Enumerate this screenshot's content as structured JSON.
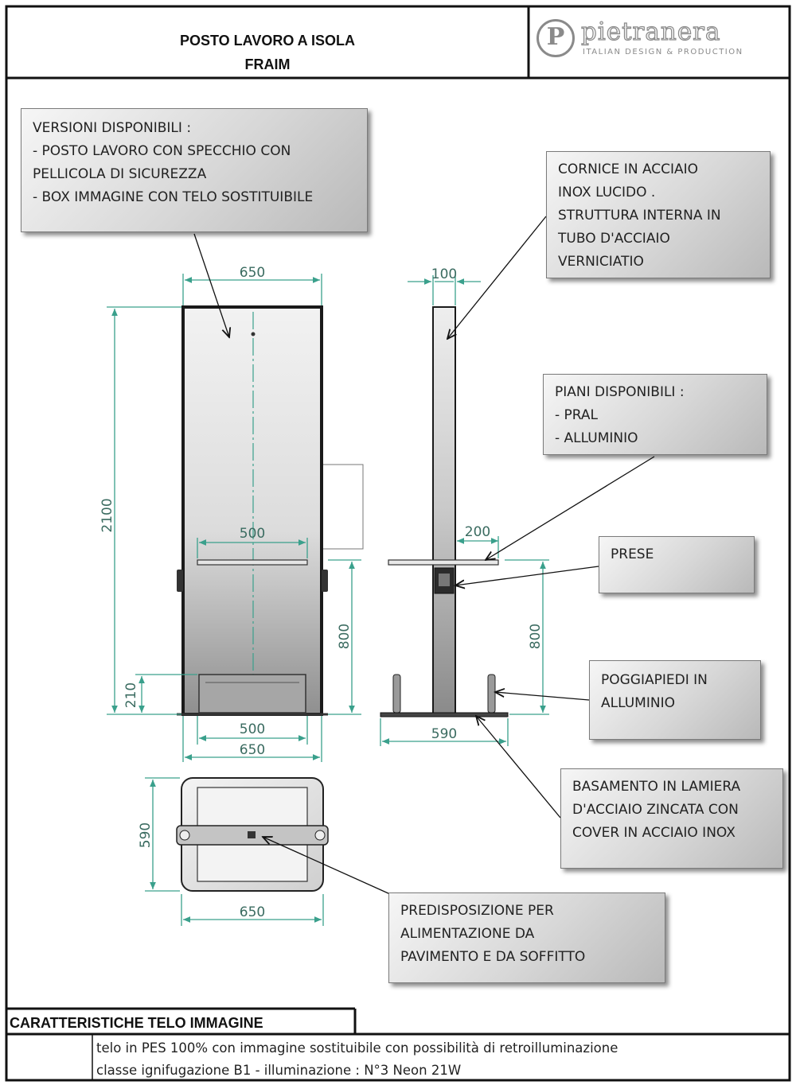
{
  "header": {
    "title_line1": "POSTO LAVORO A ISOLA",
    "title_line2": "FRAIM",
    "logo_brand": "pietranera",
    "logo_tagline": "ITALIAN DESIGN & PRODUCTION",
    "logo_icon": "pietranera-p-logo"
  },
  "callouts": {
    "versioni": [
      "VERSIONI DISPONIBILI  :",
      " - POSTO LAVORO CON SPECCHIO CON",
      "PELLICOLA DI SICUREZZA",
      "- BOX IMMAGINE CON TELO SOSTITUIBILE"
    ],
    "cornice": [
      "CORNICE IN ACCIAIO",
      "INOX LUCIDO .",
      "STRUTTURA INTERNA IN",
      "TUBO D'ACCIAIO",
      "VERNICIATIO"
    ],
    "piani": [
      "PIANI DISPONIBILI :",
      " - PRAL",
      " - ALLUMINIO"
    ],
    "prese": [
      "PRESE"
    ],
    "poggiapiedi": [
      "POGGIAPIEDI IN",
      "ALLUMINIO"
    ],
    "basamento": [
      "BASAMENTO IN LAMIERA",
      "D'ACCIAIO ZINCATA CON",
      "COVER IN ACCIAIO INOX"
    ],
    "predisposizione": [
      "PREDISPOSIZIONE PER",
      "ALIMENTAZIONE DA",
      "PAVIMENTO E DA SOFFITTO"
    ]
  },
  "dimensions": {
    "front_width": "650",
    "front_height": "2100",
    "shelf_width": "500",
    "shelf_height": "800",
    "footrest_height": "210",
    "base_inner_width": "500",
    "base_width": "650",
    "side_depth": "100",
    "side_shelf": "200",
    "side_shelf_height": "800",
    "side_base": "590",
    "plan_depth": "590",
    "plan_width": "650"
  },
  "specs": {
    "heading": "CARATTERISTICHE TELO IMMAGINE",
    "line1": "telo in PES 100% con immagine sostituibile con possibilità di retroilluminazione",
    "line2": "classe ignifugazione B1 - illuminazione : N°3 Neon 21W"
  },
  "colors": {
    "dimension_teal": "#3aa08c",
    "frame_black": "#1a1a1a",
    "panel_gray": "#b8b8b8"
  }
}
